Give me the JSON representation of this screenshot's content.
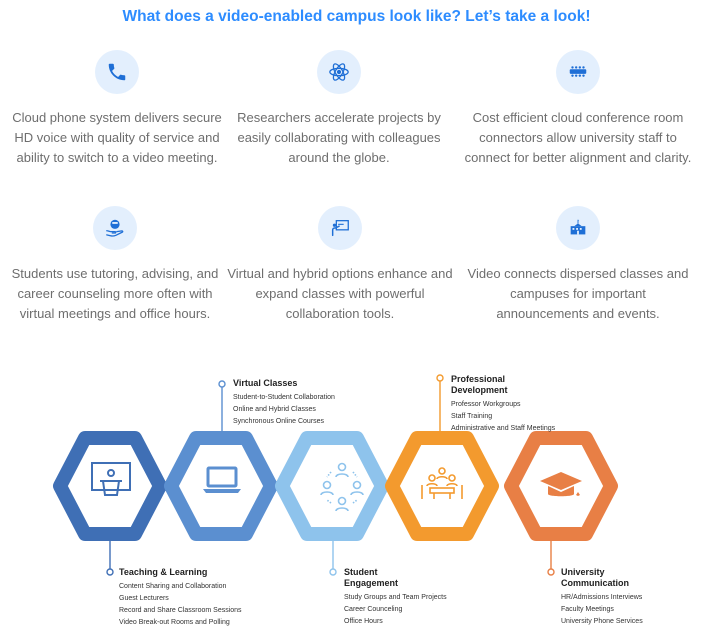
{
  "title": "What does a video-enabled campus look like? Let’s take a look!",
  "features": [
    {
      "icon": "phone-icon",
      "text": "Cloud phone system delivers secure HD voice with quality of service and ability to switch to a video meeting."
    },
    {
      "icon": "atom-icon",
      "text": "Researchers accelerate projects by easily collaborating with colleagues around the globe."
    },
    {
      "icon": "conference-room-icon",
      "text": "Cost efficient cloud conference room connectors allow university staff to connect for better alignment and clarity."
    },
    {
      "icon": "tutoring-hand-icon",
      "text": "Students use tutoring, advising, and career counseling more often with virtual meetings and office hours."
    },
    {
      "icon": "classroom-board-icon",
      "text": "Virtual and hybrid options enhance and expand classes with powerful collaboration tools."
    },
    {
      "icon": "campus-building-icon",
      "text": "Video connects dispersed classes and  campuses for important announcements and events."
    }
  ],
  "segments": [
    {
      "title": "Teaching & Learning",
      "icon": "podium-icon",
      "color": "#3f6fb5",
      "items": [
        "Content Sharing and Collaboration",
        "Guest Lecturers",
        "Record and Share Classroom Sessions",
        "Video Break-out Rooms and Polling"
      ]
    },
    {
      "title": "Virtual Classes",
      "icon": "laptop-icon",
      "color": "#5b8fd0",
      "items": [
        "Student-to-Student Collaboration",
        "Online and Hybrid Classes",
        "Synchronous Online Courses"
      ]
    },
    {
      "title": "Student Engagement",
      "icon": "group-icon",
      "color": "#8ec3ec",
      "items": [
        "Study Groups and Team Projects",
        "Career Counceling",
        "Office Hours"
      ]
    },
    {
      "title": "Professional Development",
      "icon": "meeting-table-icon",
      "color": "#f39a2e",
      "items": [
        "Professor Workgroups",
        "Staff Training",
        "Administrative and Staff Meetings"
      ]
    },
    {
      "title": "University Communication",
      "icon": "graduation-cap-icon",
      "color": "#e87f45",
      "items": [
        "HR/Admissions Interviews",
        "Faculty Meetings",
        "University Phone Services"
      ]
    }
  ]
}
